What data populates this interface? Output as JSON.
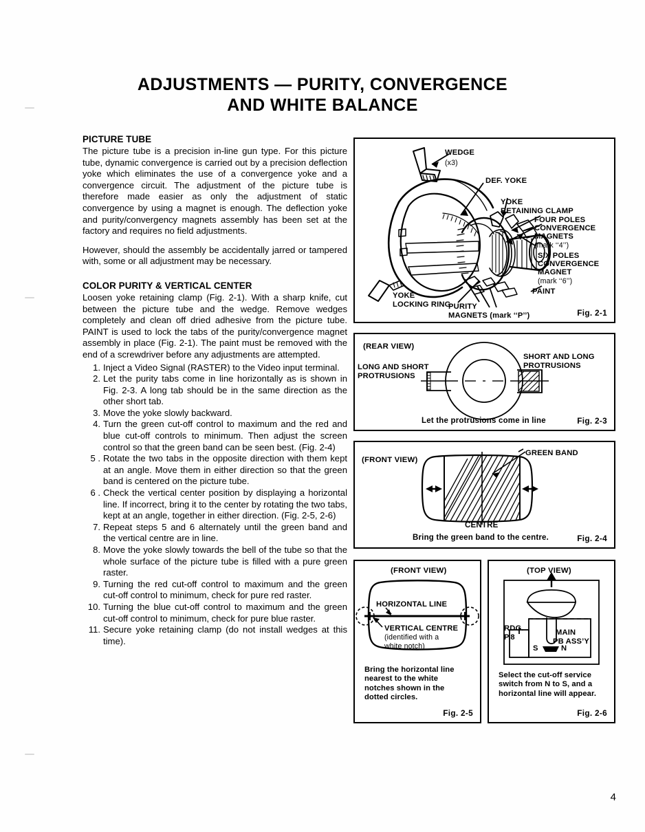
{
  "document": {
    "title_line1": "ADJUSTMENTS — PURITY, CONVERGENCE",
    "title_line2": "AND WHITE BALANCE",
    "page_number": "4"
  },
  "sections": [
    {
      "heading": "PICTURE TUBE",
      "paragraphs": [
        "The picture tube is a precision in-line gun type. For this picture tube, dynamic convergence is carried out by a precision deflection yoke which eliminates the use of a convergence yoke and a convergence circuit. The adjustment of the picture tube is therefore made easier as only the adjustment of static convergence by using a magnet is enough. The deflection yoke and purity/convergency magnets assembly has been set at the factory and requires no field adjustments.",
        "However, should the assembly be accidentally jarred or tampered with, some or all adjustment may be necessary."
      ]
    },
    {
      "heading": "COLOR PURITY & VERTICAL CENTER",
      "paragraphs": [
        "Loosen yoke retaining clamp (Fig. 2-1). With a sharp knife, cut between the picture tube and the wedge. Remove wedges completely and clean off dried adhesive from the picture tube. PAINT is used to lock the tabs of the purity/convergence magnet assembly in place (Fig. 2-1). The paint must be removed with the end of a screwdriver before any adjustments are attempted."
      ],
      "steps": [
        {
          "num": "1.",
          "text": "Inject a Video Signal (RASTER) to the Video input terminal."
        },
        {
          "num": "2.",
          "text": "Let the purity tabs come in line horizontally as is shown in Fig. 2-3. A long tab should be in the same direction as the other short tab."
        },
        {
          "num": "3.",
          "text": "Move the yoke slowly backward."
        },
        {
          "num": "4.",
          "text": "Turn the green cut-off control to maximum and the red and blue cut-off controls to minimum. Then adjust the screen control so that the green band can be seen best. (Fig. 2-4)"
        },
        {
          "num": "5 .",
          "text": "Rotate the two tabs in the opposite direction with them kept at an angle. Move them in either direction so that the green band is centered on the picture tube."
        },
        {
          "num": "6 .",
          "text": "Check the vertical center position by displaying a horizontal line. If incorrect, bring it to the center by rotating the two tabs, kept at an angle, together in either direction. (Fig. 2-5, 2-6)"
        },
        {
          "num": "7.",
          "text": "Repeat steps 5 and 6 alternately until the green band and the vertical centre are in line."
        },
        {
          "num": "8.",
          "text": "Move the yoke slowly towards the bell of the tube so that the whole surface of the picture tube is filled with a pure green raster."
        },
        {
          "num": "9.",
          "text": "Turning the red cut-off control to maximum and the green cut-off control to minimum, check for pure red raster."
        },
        {
          "num": "10.",
          "text": "Turning the blue cut-off control to maximum and the green cut-off control to minimum, check for pure blue raster."
        },
        {
          "num": "11.",
          "text": "Secure yoke retaining clamp (do not install wedges at this time)."
        }
      ]
    }
  ],
  "figures": {
    "fig1": {
      "number": "Fig. 2-1",
      "labels": {
        "wedge": "WEDGE",
        "wedge_qty": "(x3)",
        "def_yoke": "DEF. YOKE",
        "yoke_retaining_clamp_l1": "YOKE",
        "yoke_retaining_clamp_l2": "RETAINING CLAMP",
        "four_poles_l1": "FOUR POLES",
        "four_poles_l2": "CONVERGENCE",
        "four_poles_l3": "MAGNETS",
        "four_poles_mark": "(mark ‘‘4’’)",
        "six_poles_l1": "SIX POLES",
        "six_poles_l2": "CONVERGENCE",
        "six_poles_l3": "MAGNET",
        "six_poles_mark": "(mark ‘‘6’’)",
        "paint": "PAINT",
        "yoke_locking_l1": "YOKE",
        "yoke_locking_l2": "LOCKING RING",
        "purity_l1": "PURITY",
        "purity_l2": "MAGNETS (mark ‘‘P’’)"
      }
    },
    "fig3": {
      "number": "Fig. 2-3",
      "view": "(REAR VIEW)",
      "left_label_l1": "LONG AND SHORT",
      "left_label_l2": "PROTRUSIONS",
      "right_label_l1": "SHORT AND LONG",
      "right_label_l2": "PROTRUSIONS",
      "caption": "Let the protrusions come in line"
    },
    "fig4": {
      "number": "Fig. 2-4",
      "view": "(FRONT VIEW)",
      "green_band": "GREEN BAND",
      "centre": "CENTRE",
      "caption": "Bring the green band to the centre."
    },
    "fig5": {
      "number": "Fig. 2-5",
      "view": "(FRONT VIEW)",
      "horizontal_line": "HORIZONTAL LINE",
      "vertical_centre": "VERTICAL CENTRE",
      "vertical_centre_sub_l1": "(identified with a",
      "vertical_centre_sub_l2": "white notch)",
      "note": "Bring the horizontal line\nnearest to the white\nnotches shown in the\ndotted circles."
    },
    "fig6": {
      "number": "Fig. 2-6",
      "view": "(TOP VIEW)",
      "rdg_l1": "RDG.",
      "rdg_l2": "P.8",
      "main_l1": "MAIN",
      "main_l2": "PB ASS’Y",
      "switch_s": "S",
      "switch_n": "N",
      "note": "Select the cut-off service\nswitch from N to S, and a\nhorizontal line will appear."
    }
  }
}
